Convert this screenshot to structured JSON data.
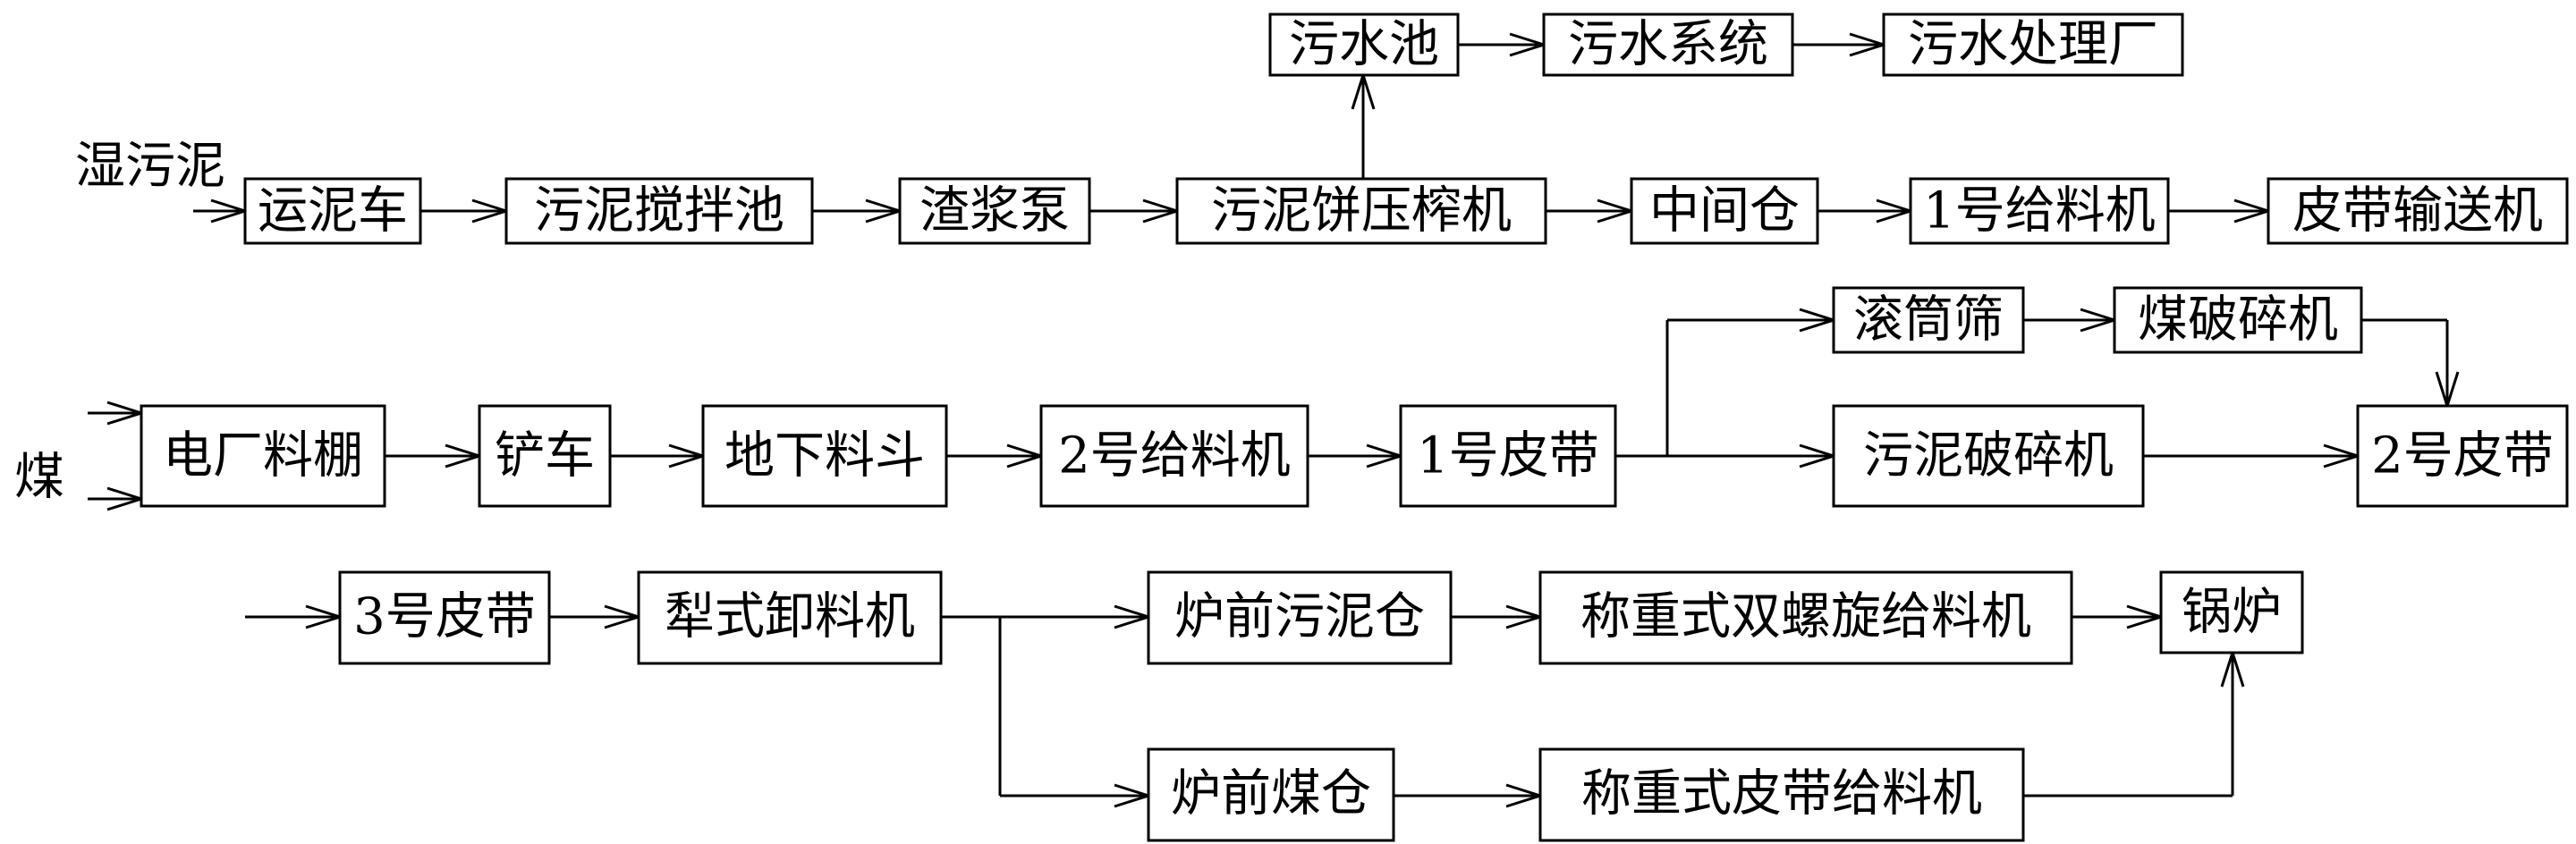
{
  "labels": {
    "wet_sludge": "湿污泥",
    "coal": "煤"
  },
  "nodes": {
    "sewage_pool": "污水池",
    "sewage_system": "污水系统",
    "sewage_plant": "污水处理厂",
    "mud_truck": "运泥车",
    "sludge_mix_tank": "污泥搅拌池",
    "slurry_pump": "渣浆泵",
    "sludge_press": "污泥饼压榨机",
    "mid_bin": "中间仓",
    "feeder_1": "1号给料机",
    "belt_conveyor": "皮带输送机",
    "drum_screen": "滚筒筛",
    "coal_crusher": "煤破碎机",
    "coal_shed": "电厂料棚",
    "loader": "铲车",
    "under_hopper": "地下料斗",
    "feeder_2": "2号给料机",
    "belt_1": "1号皮带",
    "sludge_crusher": "污泥破碎机",
    "belt_2": "2号皮带",
    "belt_3": "3号皮带",
    "plow_unloader": "犁式卸料机",
    "front_sludge_bin": "炉前污泥仓",
    "twin_screw_feeder": "称重式双螺旋给料机",
    "boiler": "锅炉",
    "front_coal_bin": "炉前煤仓",
    "belt_feeder": "称重式皮带给料机"
  }
}
